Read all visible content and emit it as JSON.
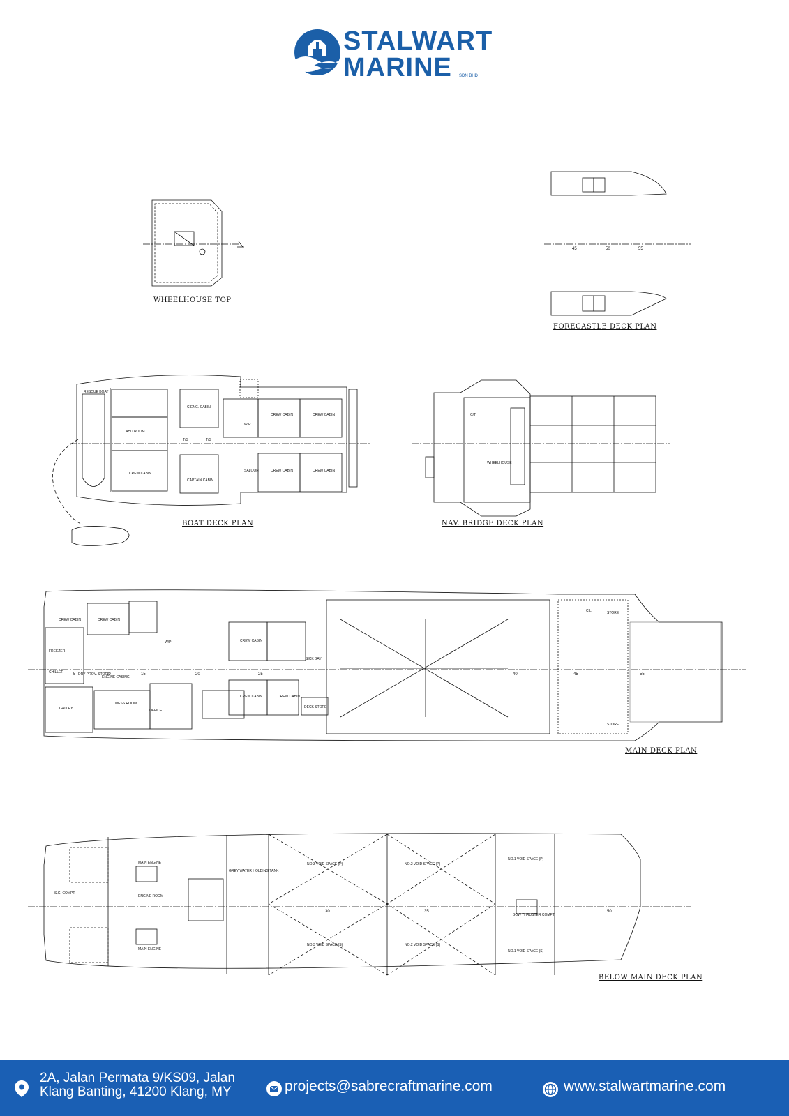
{
  "brand": {
    "name_line1": "STALWART",
    "name_line2": "MARINE",
    "suffix": "SDN BHD",
    "color": "#1b5fa8"
  },
  "plans": {
    "wheelhouse_top": "WHEELHOUSE TOP",
    "forecastle_deck": "FORECASTLE DECK PLAN",
    "boat_deck": "BOAT DECK PLAN",
    "nav_bridge_deck": "NAV. BRIDGE DECK PLAN",
    "main_deck": "MAIN DECK PLAN",
    "below_main_deck": "BELOW MAIN DECK PLAN"
  },
  "room_labels": {
    "boat_deck": [
      "AHU ROOM",
      "CREW CABIN",
      "CAPTAIN CABIN",
      "C.ENG. CABIN",
      "CREW CABIN",
      "CREW CABIN",
      "CREW CABIN",
      "CREW CABIN",
      "SALOON",
      "T/S",
      "T/S",
      "W/P",
      "RESCUE BOAT"
    ],
    "nav_bridge": [
      "WHEELHOUSE",
      "C/T"
    ],
    "main_deck": [
      "GALLEY",
      "MESS ROOM",
      "FREEZER",
      "CHILLER",
      "DRY PROV. STORE",
      "ENGINE CASING",
      "CREW CABIN",
      "CREW CABIN",
      "CREW CABIN",
      "CREW CABIN",
      "CREW CABIN",
      "OFFICE",
      "W/P",
      "SICK BAY",
      "DECK STORE",
      "STORE",
      "STORE",
      "C.L."
    ],
    "below_main_deck": [
      "ENGINE ROOM",
      "MAIN ENGINE",
      "MAIN ENGINE",
      "NO.2 VOID SPACE (P)",
      "NO.2 VOID SPACE (S)",
      "NO.3 VOID SPACE (P)",
      "NO.3 VOID SPACE (S)",
      "NO.1 VOID SPACE (P)",
      "NO.1 VOID SPACE (S)",
      "BOW THRUSTER COMPT.",
      "S.G. COMPT.",
      "GREY WATER HOLDING TANK"
    ]
  },
  "frame_numbers": {
    "main": [
      "5",
      "10",
      "15",
      "20",
      "25",
      "30",
      "35",
      "40",
      "45",
      "50",
      "55"
    ],
    "forecastle": [
      "45",
      "50",
      "55"
    ]
  },
  "footer": {
    "address_line1": "2A, Jalan Permata 9/KS09, Jalan",
    "address_line2": "Klang Banting, 41200 Klang, MY",
    "email": "projects@sabrecraftmarine.com",
    "website": "www.stalwartmarine.com",
    "icons": [
      "location-pin-icon",
      "envelope-icon",
      "globe-icon"
    ],
    "background": "#1a5fb4"
  }
}
